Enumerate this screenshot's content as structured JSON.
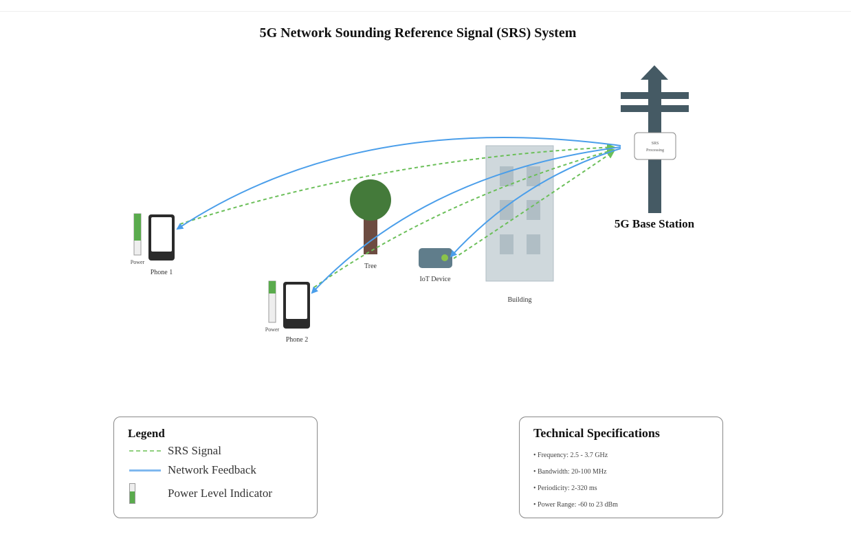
{
  "title": "5G Network Sounding Reference Signal (SRS) System",
  "base_station": {
    "label": "5G Base Station",
    "processing_label_line1": "SRS",
    "processing_label_line2": "Processing",
    "color": "#455a64"
  },
  "devices": [
    {
      "id": "phone1",
      "label": "Phone 1",
      "power_label": "Power",
      "power_level": 0.65
    },
    {
      "id": "phone2",
      "label": "Phone 2",
      "power_label": "Power",
      "power_level": 0.3
    },
    {
      "id": "iot",
      "label": "IoT Device"
    }
  ],
  "obstacles": {
    "tree_label": "Tree",
    "building_label": "Building"
  },
  "colors": {
    "srs_signal": "#6bbf59",
    "network_feedback": "#4a9eea",
    "tree_canopy": "#447a3a",
    "tree_trunk": "#6d4c41",
    "building": "#cfd8dc",
    "power_fill": "#5aab4d"
  },
  "legend": {
    "title": "Legend",
    "items": [
      {
        "icon": "dashed-line",
        "label": "SRS Signal"
      },
      {
        "icon": "solid-line",
        "label": "Network Feedback"
      },
      {
        "icon": "power-bar",
        "label": "Power Level Indicator",
        "power_level": 0.6
      }
    ]
  },
  "specs": {
    "title": "Technical Specifications",
    "items": [
      "• Frequency: 2.5 - 3.7 GHz",
      "• Bandwidth: 20-100 MHz",
      "• Periodicity: 2-320 ms",
      "• Power Range: -60 to 23 dBm"
    ]
  }
}
